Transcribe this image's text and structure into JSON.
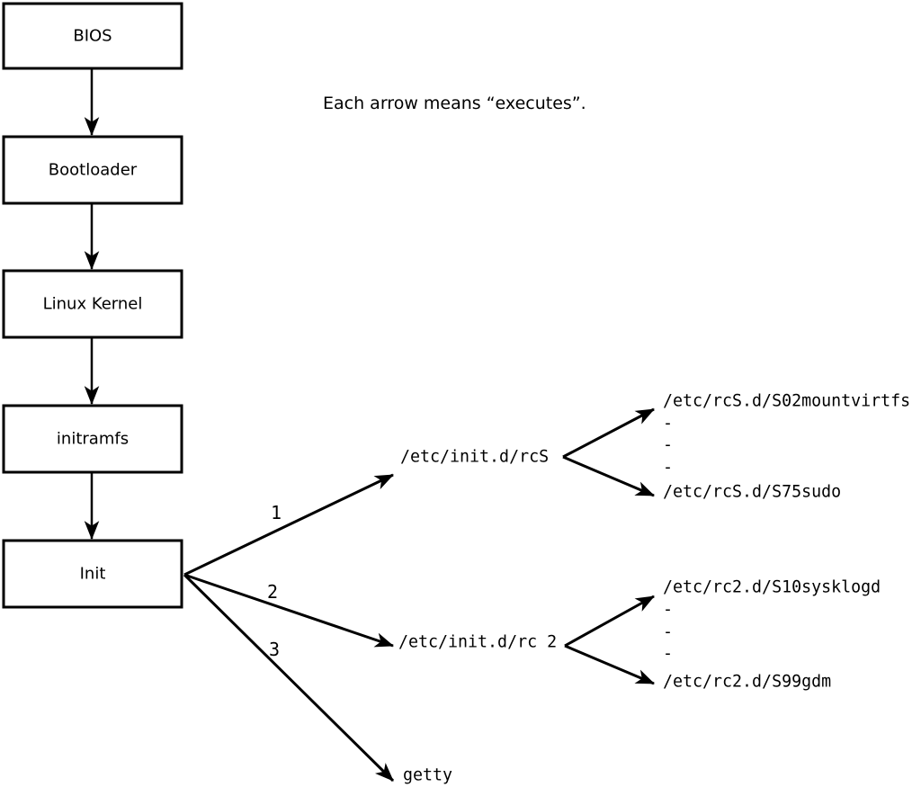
{
  "caption": "Each arrow means “executes”.",
  "boot_chain": [
    "BIOS",
    "Bootloader",
    "Linux Kernel",
    "initramfs",
    "Init"
  ],
  "init_branches": [
    {
      "label": "1",
      "target": "/etc/init.d/rcS",
      "children": [
        "/etc/rcS.d/S02mountvirtfs",
        "-",
        "-",
        "-",
        "/etc/rcS.d/S75sudo"
      ]
    },
    {
      "label": "2",
      "target": "/etc/init.d/rc 2",
      "children": [
        "/etc/rc2.d/S10sysklogd",
        "-",
        "-",
        "-",
        "/etc/rc2.d/S99gdm"
      ]
    },
    {
      "label": "3",
      "target": "getty",
      "children": []
    }
  ],
  "colors": {
    "line": "#000000",
    "box_fill": "#ffffff",
    "background": "#ffffff"
  }
}
